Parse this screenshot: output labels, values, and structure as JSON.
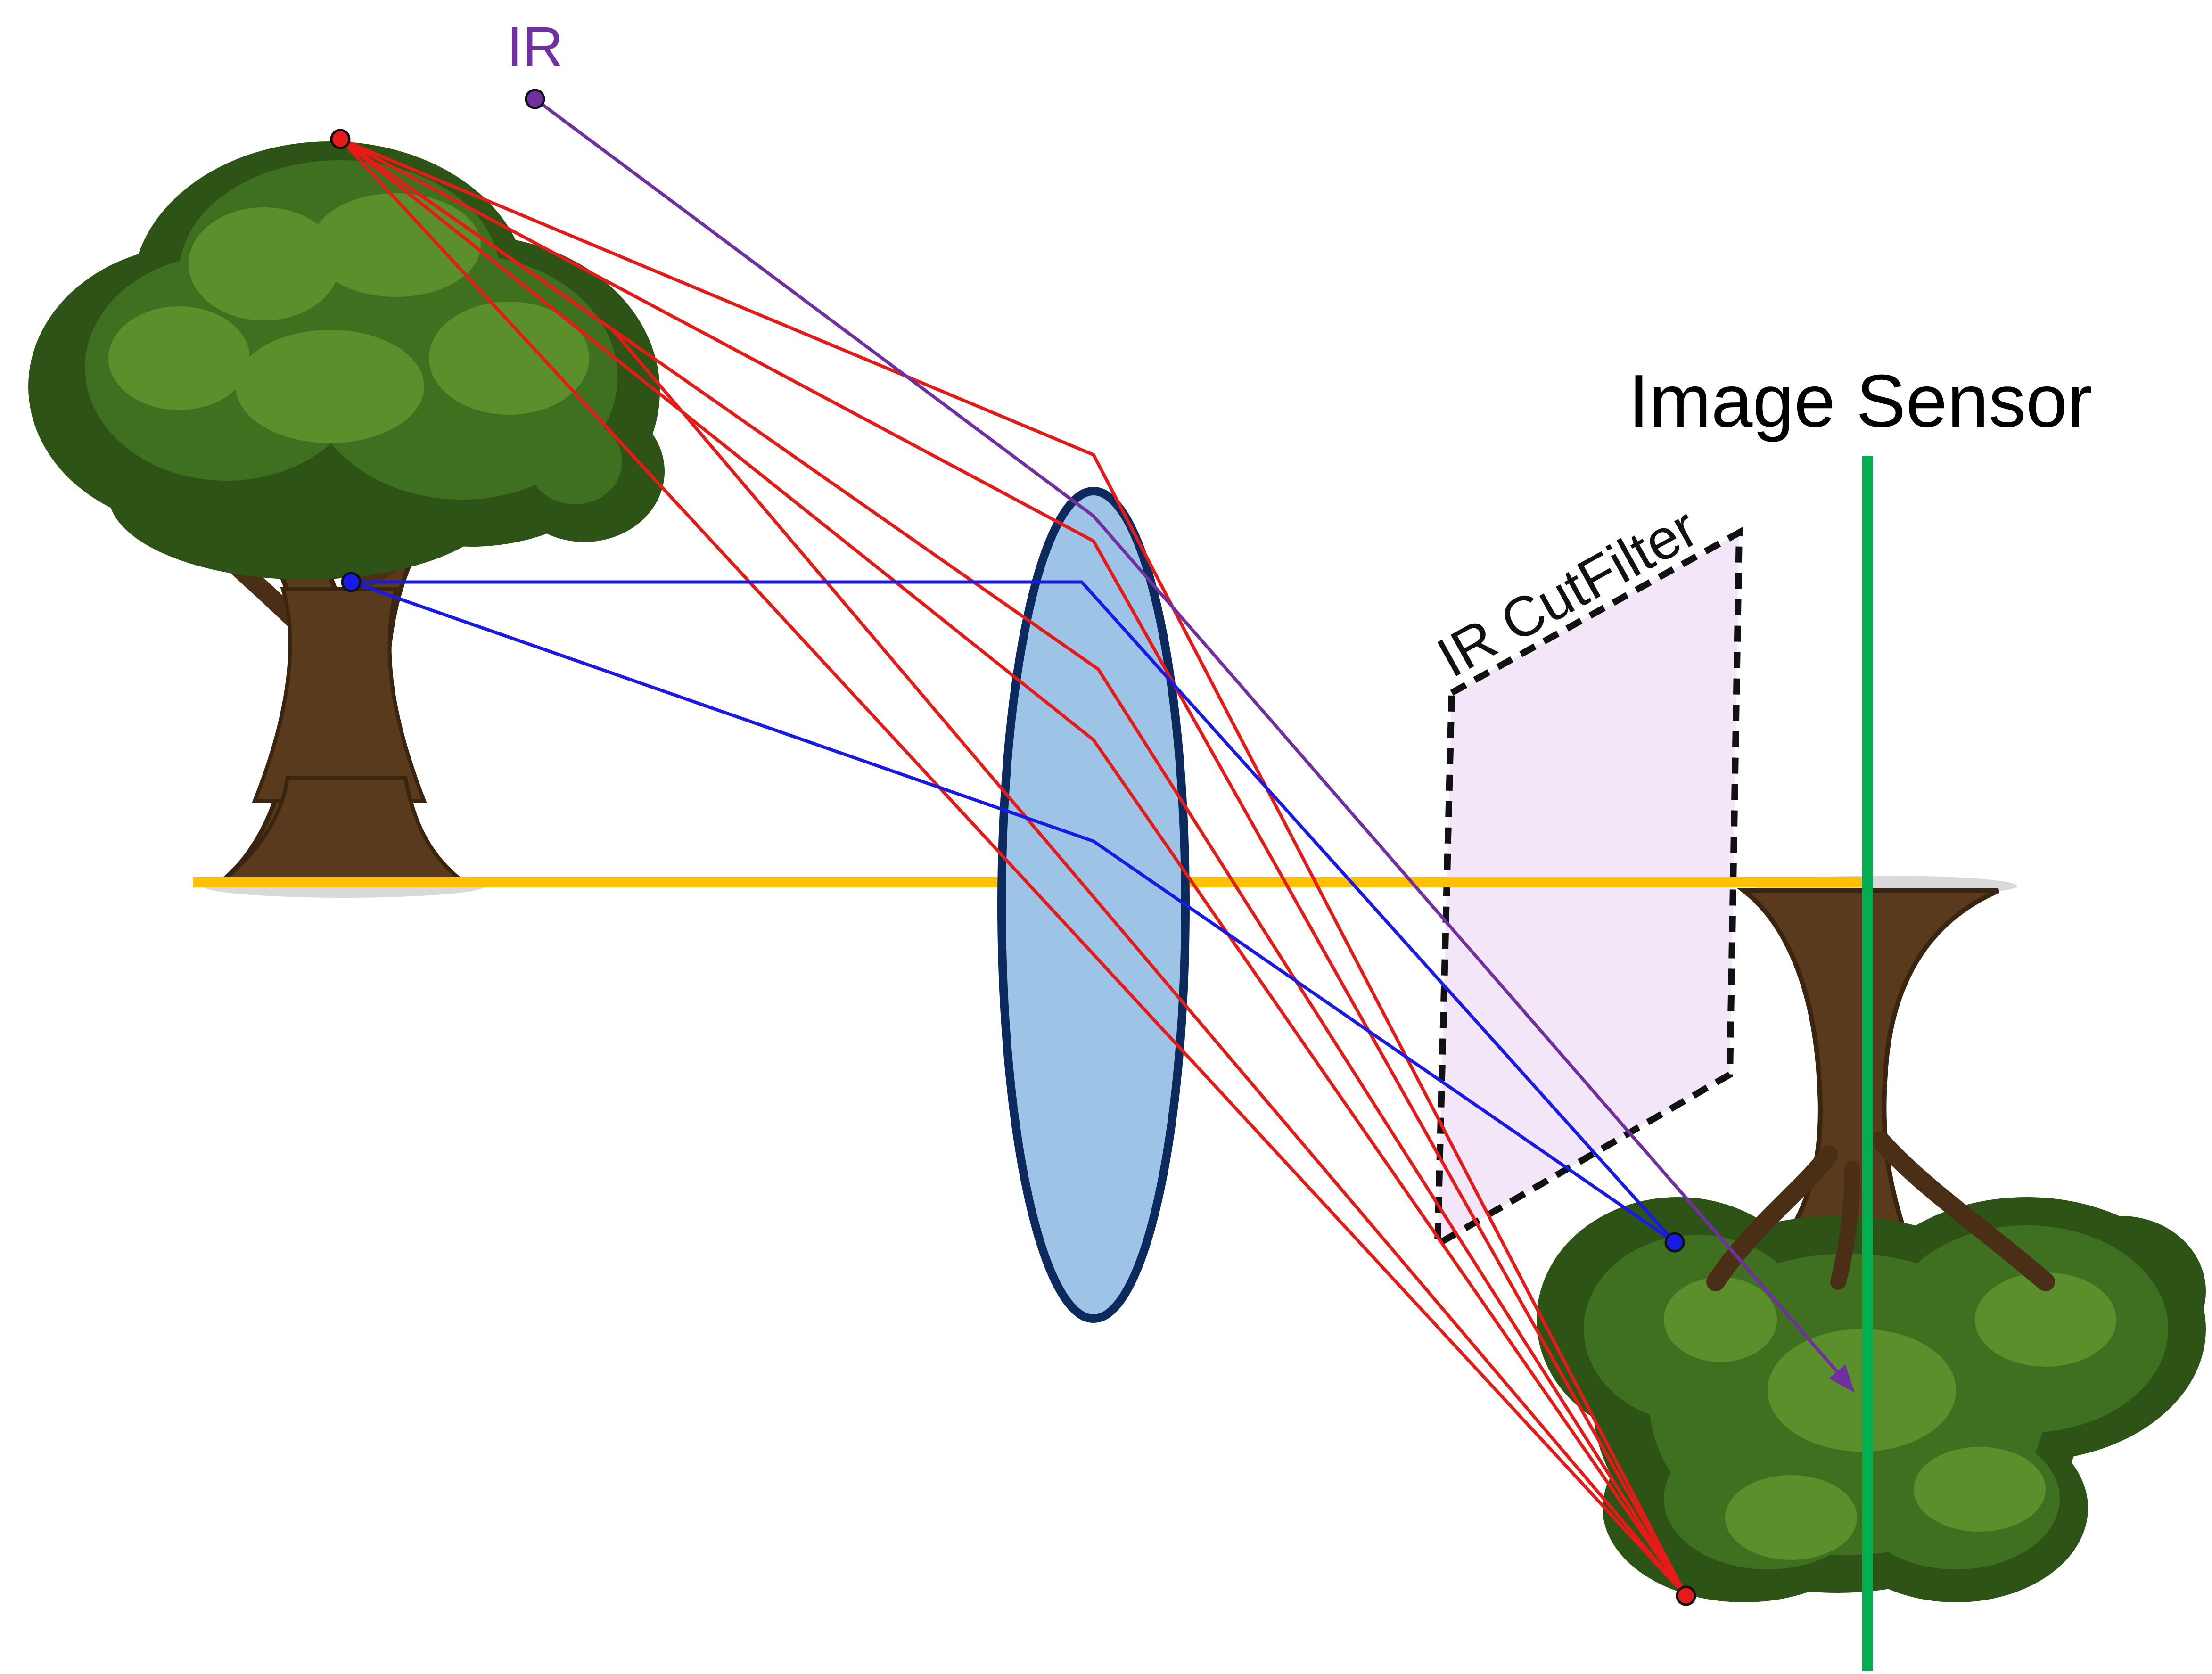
{
  "labels": {
    "ir": "IR",
    "ir_cut_filter": "IR CutFilter",
    "image_sensor": "Image Sensor"
  },
  "colors": {
    "ray_red": "#e41b17",
    "ray_blue": "#1a1ae6",
    "ray_ir": "#7030a0",
    "optical_axis": "#ffc000",
    "sensor": "#00b050",
    "lens_fill": "#9dc3e6",
    "lens_stroke": "#0d2a5e",
    "filter_fill": "#f3e6f8",
    "filter_border": "#111111",
    "foliage_dark": "#2d5316",
    "foliage_mid": "#3f7020",
    "foliage_light": "#5b8f2c",
    "trunk": "#5a3a1c",
    "trunk_dark": "#3a2510"
  },
  "objects": {
    "object_tree": "upright tree (object)",
    "image_tree": "inverted tree (image)",
    "lens": "convex lens"
  }
}
